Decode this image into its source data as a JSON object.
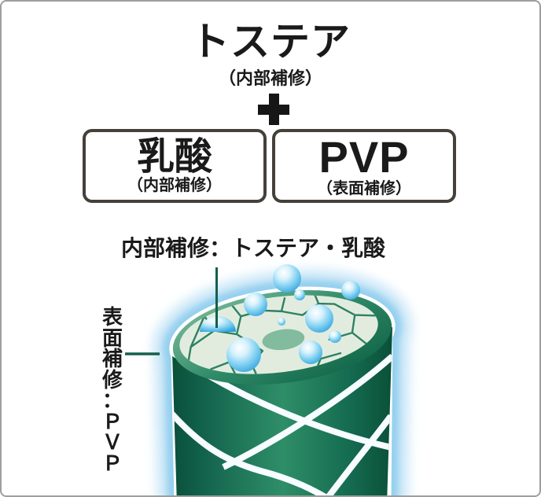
{
  "infographic": {
    "title": "トステア",
    "title_note": "（内部補修）",
    "plus_symbol": "＋",
    "ingredient_boxes": [
      {
        "name": "乳酸",
        "note": "（内部補修）"
      },
      {
        "name": "PVP",
        "note": "（表面補修）"
      }
    ],
    "diagram": {
      "internal_repair_label": "内部補修：トステア・乳酸",
      "surface_repair_label": "表面補修：ＰＶＰ"
    },
    "colors": {
      "text": "#1a1a1a",
      "box_border": "#45413a",
      "pointer_green": "#14604b",
      "hair_green_dark": "#0a5039",
      "hair_green_mid": "#2e8e68",
      "cross_section_face": "#e1ecdf",
      "cell_line": "#2e8162",
      "medulla": "#82bb9e",
      "bubble_blue": "#2f9fda",
      "glow_blue": "#8fcdee"
    }
  }
}
